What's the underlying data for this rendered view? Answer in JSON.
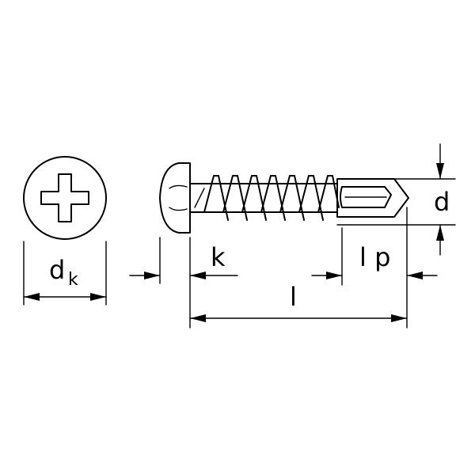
{
  "labels": {
    "dk_main": "d",
    "dk_sub": "k",
    "k": "k",
    "lp": "l p",
    "l": "l",
    "d": "d"
  },
  "colors": {
    "line": "#000000",
    "background": "#ffffff"
  }
}
